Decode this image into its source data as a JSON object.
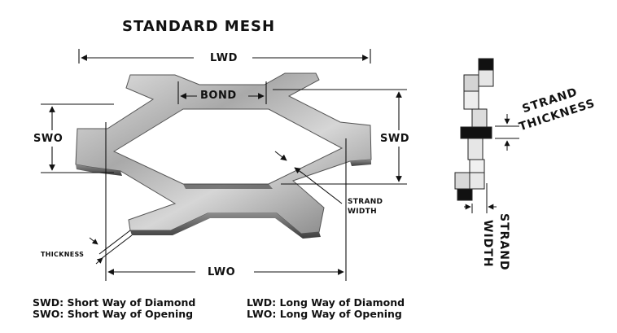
{
  "title": "STANDARD MESH",
  "labels": {
    "lwd": "LWD",
    "bond": "BOND",
    "swo": "SWO",
    "swd": "SWD",
    "strand_width": "STRAND\nWIDTH",
    "strand_width_l1": "STRAND",
    "strand_width_l2": "WIDTH",
    "thickness": "THICKNESS",
    "lwo": "LWO"
  },
  "side_view": {
    "strand_thickness_l1": "STRAND",
    "strand_thickness_l2": "THICKNESS",
    "strand_width_l1": "STRAND",
    "strand_width_l2": "WIDTH"
  },
  "legend": [
    "SWD: Short Way of Diamond",
    "SWO: Short Way of Opening",
    "LWD: Long Way of Diamond",
    "LWO: Long Way of Opening"
  ]
}
